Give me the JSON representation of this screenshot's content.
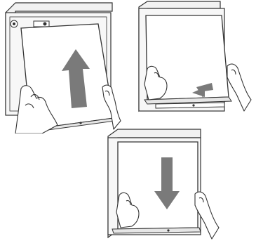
{
  "diagram": {
    "steps": [
      {
        "id": "step-1",
        "action": "slide-up",
        "arrow_direction": "up"
      },
      {
        "id": "step-2",
        "action": "lower-onto-bottom-edge",
        "arrow_direction": "down-left"
      },
      {
        "id": "step-3",
        "action": "slide-down",
        "arrow_direction": "down"
      }
    ],
    "colors": {
      "line": "#333333",
      "frame_fill": "#f2f2f2",
      "panel_fill": "#ffffff",
      "arrow_fill": "#7a7a7a",
      "hand_fill": "#ffffff"
    }
  }
}
